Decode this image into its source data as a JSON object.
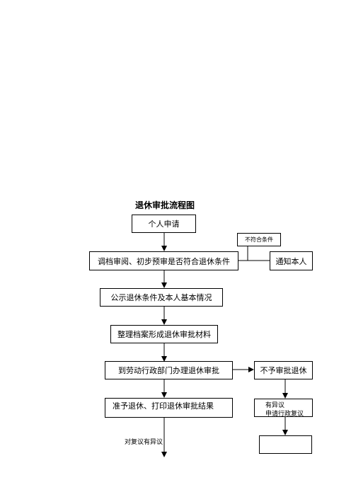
{
  "title": "退休审批流程图",
  "steps": {
    "apply": "个人申请",
    "review": "调档审阅、初步预审是否符合退休条件",
    "not_qualified": "不符合条件",
    "notify": "通知本人",
    "publicize": "公示退休条件及本人基本情况",
    "organize": "整理档案形成退休审批材料",
    "labor_dept": "到劳动行政部门办理退休审批",
    "reject": "不予审批退休",
    "approve": "准予退休、打印退休审批结果",
    "objection": "有异议",
    "admin_review": "申请行政复议",
    "review_objection": "对复议有异议",
    "final": ""
  }
}
